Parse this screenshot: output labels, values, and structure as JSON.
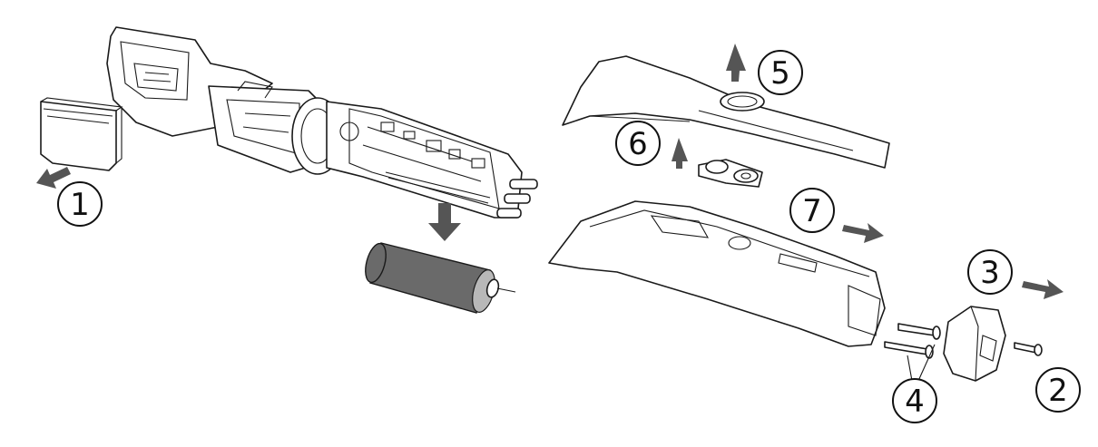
{
  "steps": [
    {
      "label": "1"
    },
    {
      "label": "2"
    },
    {
      "label": "3"
    },
    {
      "label": "4"
    },
    {
      "label": "5"
    },
    {
      "label": "6"
    },
    {
      "label": "7"
    }
  ],
  "colors": {
    "line": "#1a1a1a",
    "arrow": "#555555",
    "battery": "#6a6a6a",
    "background": "#ffffff"
  },
  "icons": [
    "arrow-down-left",
    "arrow-down",
    "arrow-up",
    "arrow-right"
  ]
}
